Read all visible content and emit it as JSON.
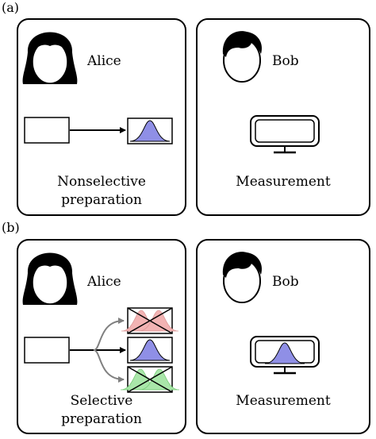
{
  "panel_a": {
    "tag": "(a)",
    "alice": {
      "name": "Alice",
      "caption_line1": "Nonselective",
      "caption_line2": "preparation"
    },
    "bob": {
      "name": "Bob",
      "caption": "Measurement"
    }
  },
  "panel_b": {
    "tag": "(b)",
    "alice": {
      "name": "Alice",
      "caption_line1": "Selective",
      "caption_line2": "preparation"
    },
    "bob": {
      "name": "Bob",
      "caption": "Measurement"
    }
  },
  "colors": {
    "box_stroke": "#000000",
    "gaussian_blue": "#8f8fe6",
    "gaussian_red": "#f2b3b3",
    "gaussian_green": "#a9e6a9",
    "arrow_gray": "#808080"
  }
}
